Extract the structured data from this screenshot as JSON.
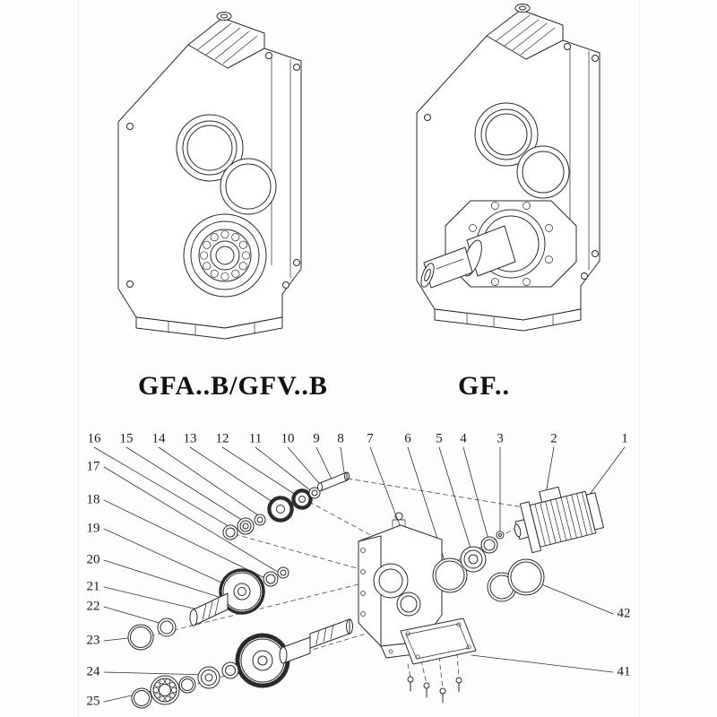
{
  "page": {
    "ink_color": "#2a2a2a",
    "background": "#fdfdfc"
  },
  "models": [
    {
      "label": "GFA..B/GFV..B"
    },
    {
      "label": "GF.."
    }
  ],
  "exploded": {
    "top_row": [
      "16",
      "15",
      "14",
      "13",
      "12",
      "11",
      "10",
      "9",
      "8",
      "7",
      "6",
      "5",
      "4",
      "3",
      "2",
      "1"
    ],
    "left_col": [
      "17",
      "18",
      "19",
      "20",
      "21",
      "22",
      "23",
      "24",
      "25"
    ],
    "right_col": [
      "42",
      "41"
    ]
  }
}
